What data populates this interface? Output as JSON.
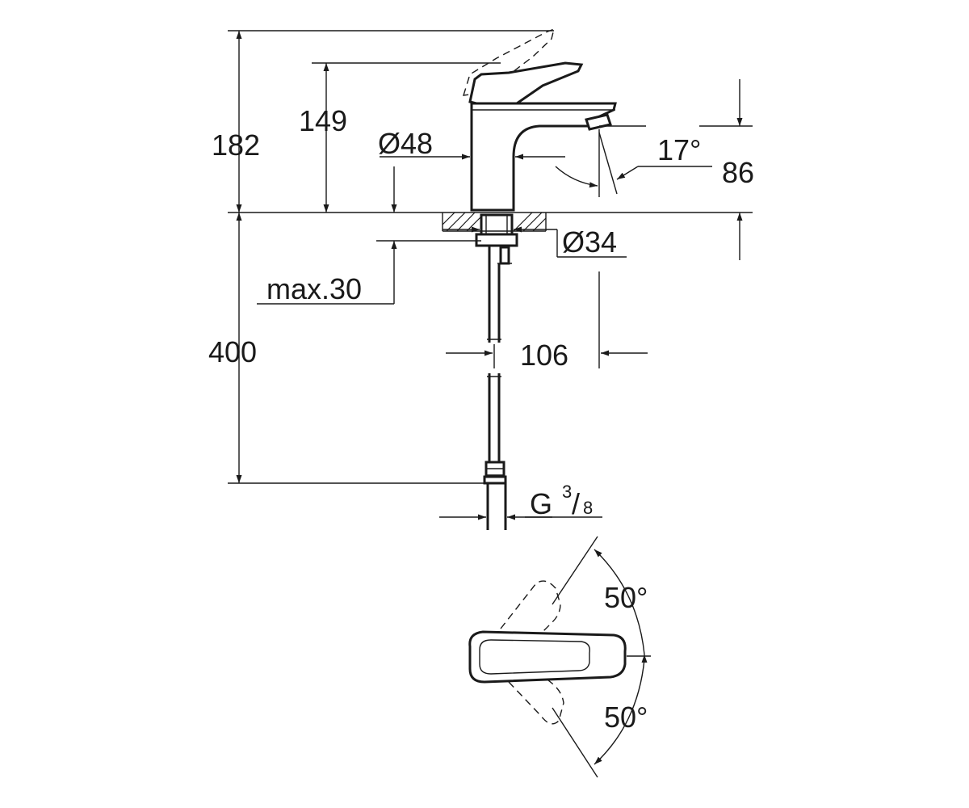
{
  "dimensions": {
    "height_overall": "182",
    "height_spout": "149",
    "body_diameter": "Ø48",
    "spout_angle": "17°",
    "spout_outlet_height": "86",
    "shank_diameter": "Ø34",
    "max_deck_thickness": "max.30",
    "projection": "106",
    "hose_length": "400",
    "connection_g": "G",
    "connection_num": "3",
    "connection_den": "8",
    "lever_angle_left": "50°",
    "lever_angle_right": "50°"
  },
  "colors": {
    "line": "#1a1a1a",
    "background": "#ffffff"
  }
}
